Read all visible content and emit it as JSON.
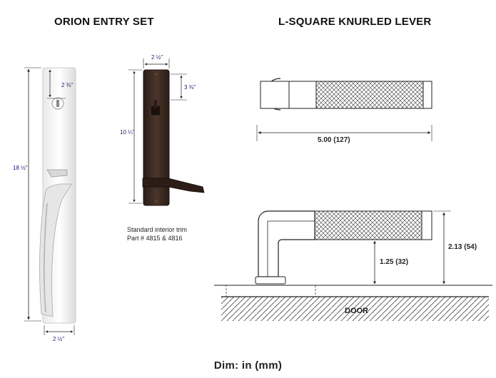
{
  "titles": {
    "left": "ORION ENTRY SET",
    "right": "L-SQUARE KNURLED LEVER"
  },
  "entry_set": {
    "overall_height": "18 ½\"",
    "top_offset": "2 ⅜\"",
    "width": "2 ½\""
  },
  "interior_trim": {
    "width": "2 ½\"",
    "height": "10 ¼\"",
    "top_offset": "3 ⅜\"",
    "caption_line1": "Standard interior trim",
    "caption_line2": "Part # 4815 & 4816"
  },
  "lever": {
    "length": "5.00 (127)",
    "height_to_center": "2.13 (54)",
    "clearance": "1.25 (32)",
    "door_label": "DOOR"
  },
  "footer": "Dim: in (mm)",
  "colors": {
    "dimension_text": "#1a1a6e",
    "trim_bronze": "#3a2a22",
    "outline": "#222222"
  }
}
